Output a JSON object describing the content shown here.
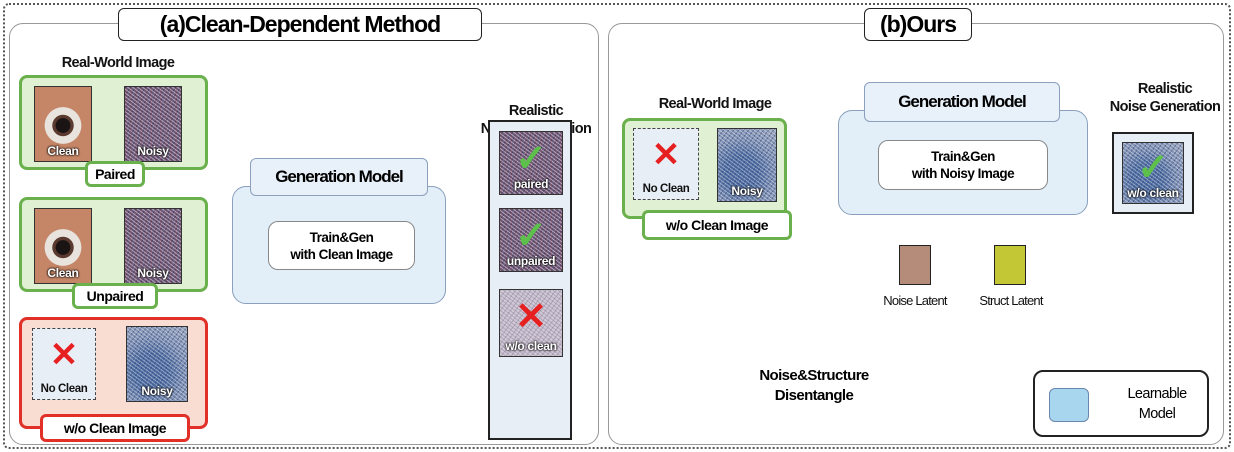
{
  "panel_a": {
    "title": "(a)Clean-Dependent Method",
    "header_real_world": "Real-World Image",
    "header_realistic_line1": "Realistic",
    "header_realistic_line2": "Noise Generation",
    "paired_box": {
      "clean_label": "Clean",
      "noisy_label": "Noisy",
      "tag": "Paired"
    },
    "unpaired_box": {
      "clean_label": "Clean",
      "noisy_label": "Noisy",
      "tag": "Unpaired"
    },
    "no_clean_box": {
      "no_clean_label": "No Clean",
      "noisy_label": "Noisy",
      "tag": "w/o Clean Image"
    },
    "generation_model": {
      "title": "Generation Model",
      "inner_line1": "Train&Gen",
      "inner_line2": "with Clean Image"
    },
    "outputs": [
      {
        "label": "paired",
        "status": "check"
      },
      {
        "label": "unpaired",
        "status": "check"
      },
      {
        "label": "w/o clean",
        "status": "cross"
      }
    ]
  },
  "panel_b": {
    "title": "(b)Ours",
    "header_real_world": "Real-World Image",
    "header_realistic_line1": "Realistic",
    "header_realistic_line2": "Noise Generation",
    "input_box": {
      "no_clean_label": "No Clean",
      "noisy_label": "Noisy",
      "tag": "w/o Clean Image"
    },
    "generation_model": {
      "title": "Generation Model",
      "inner_line1": "Train&Gen",
      "inner_line2": "with Noisy Image"
    },
    "output_label": "w/o clean",
    "noise_latent_label": "Noise Latent",
    "struct_latent_label": "Struct Latent",
    "disentangle_line1": "Noise&Structure",
    "disentangle_line2": "Disentangle",
    "legend_line1": "Learnable",
    "legend_line2": "Model"
  },
  "colors": {
    "green_border": "#6ab04c",
    "green_fill": "#dff0d3",
    "red_border": "#e03027",
    "red_fill": "#f9ddd2",
    "model_fill": "#a9c8e6",
    "noise_latent": "#b58b79",
    "struct_latent": "#c4c735",
    "check": "#5cc04a",
    "cross": "#e62020"
  }
}
